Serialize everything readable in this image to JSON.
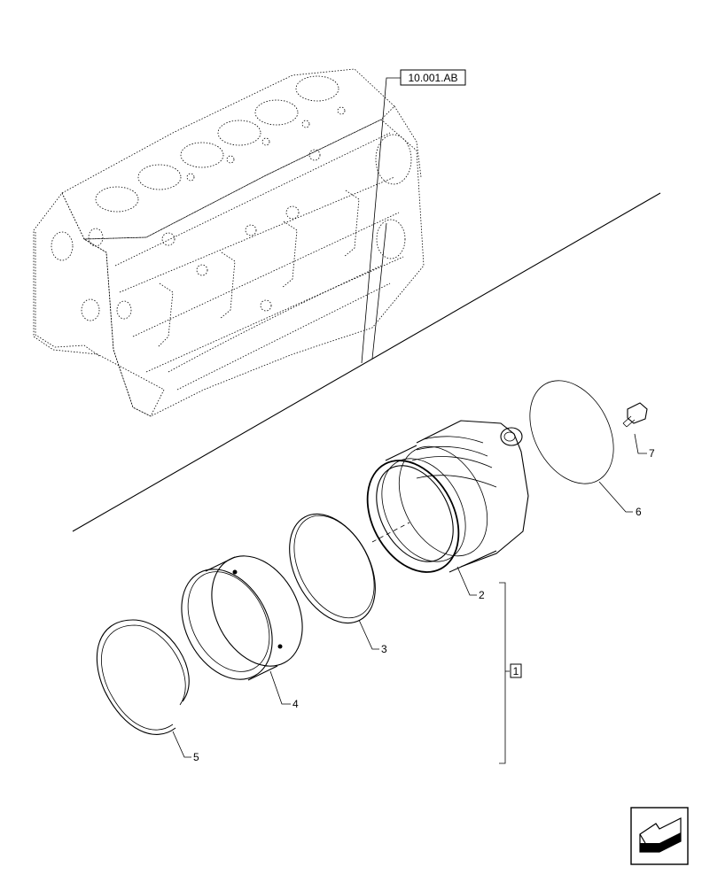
{
  "reference": {
    "label": "10.001.AB"
  },
  "callouts": {
    "c1": "1",
    "c2": "2",
    "c3": "3",
    "c4": "4",
    "c5": "5",
    "c6": "6",
    "c7": "7"
  },
  "nav": {
    "icon": "next-page-arrow-icon"
  }
}
